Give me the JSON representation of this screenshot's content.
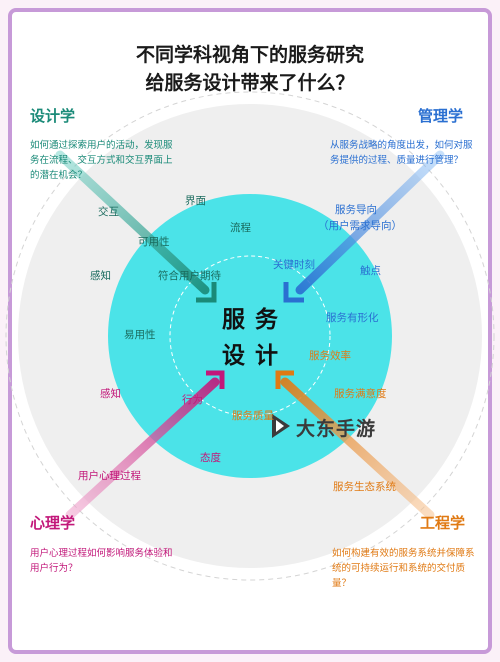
{
  "title": {
    "line1": "不同学科视角下的服务研究",
    "line2": "给服务设计带来了什么？"
  },
  "colors": {
    "frame": "#c79ad8",
    "outer_circle": "#efefef",
    "inner_circle": "#4be3e8",
    "design": "#1a8a78",
    "management": "#2a6fd1",
    "psychology": "#c2187a",
    "engineering": "#e07a14"
  },
  "center": {
    "line1": "服务",
    "line2": "设计"
  },
  "corners": {
    "design": {
      "title": "设计学",
      "question": "如何通过探索用户的活动，发现服务在流程、交互方式和交互界面上的潜在机会？"
    },
    "management": {
      "title": "管理学",
      "question": "从服务战略的角度出发，如何对服务提供的过程、质量进行管理？"
    },
    "psychology": {
      "title": "心理学",
      "question": "用户心理过程如何影响服务体验和用户行为？"
    },
    "engineering": {
      "title": "工程学",
      "question": "如何构建有效的服务系统并保障系统的可持续运行和系统的交付质量？"
    }
  },
  "labels": {
    "design": [
      "交互",
      "界面",
      "流程",
      "可用性",
      "感知",
      "符合用户期待",
      "易用性"
    ],
    "management": [
      "服务导向",
      "（用户需求导向）",
      "关键时刻",
      "触点",
      "服务有形化"
    ],
    "engineering": [
      "服务效率",
      "服务满意度",
      "服务质量",
      "服务生态系统"
    ],
    "psychology": [
      "感知",
      "行为",
      "态度",
      "用户心理过程"
    ]
  },
  "watermark": {
    "text": "大东手游",
    "icon": "play-logo-icon"
  }
}
